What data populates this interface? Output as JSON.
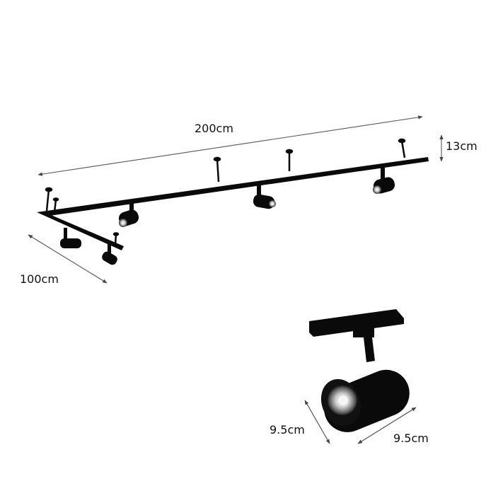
{
  "diagram": {
    "title": "",
    "dimensions": {
      "track_length": "200cm",
      "track_side": "100cm",
      "height": "13cm",
      "spot_diameter": "9.5cm",
      "spot_length": "9.5cm"
    },
    "colors": {
      "fixture": "#0a0a0a",
      "dimension_line": "#555555",
      "lens": "#d8d8d8",
      "background": "#ffffff"
    },
    "components": [
      "L-shaped track rail",
      "ceiling suspension rods",
      "track spotlights",
      "spotlight detail view"
    ],
    "spotlight_count": 5,
    "suspension_rod_count": 6
  }
}
